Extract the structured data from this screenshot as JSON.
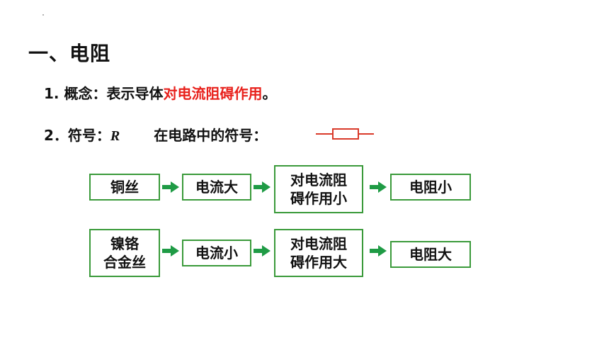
{
  "heading": "一、电阻",
  "concept": {
    "prefix": "1. 概念：表示导体",
    "highlight": "对电流阻碍作用",
    "suffix": "。"
  },
  "symbol": {
    "prefix": "2．符号：",
    "letter": "R",
    "circuit_label": "在电路中的符号："
  },
  "flow_rows": [
    {
      "material": "铜丝",
      "current": "电流大",
      "effect_line1": "对电流阻",
      "effect_line2": "碍作用小",
      "result": "电阻小"
    },
    {
      "material_line1": "镍铬",
      "material_line2": "合金丝",
      "current": "电流小",
      "effect_line1": "对电流阻",
      "effect_line2": "碍作用大",
      "result": "电阻大"
    }
  ],
  "colors": {
    "highlight": "#e8211c",
    "box_border": "#3a9a3a",
    "arrow": "#1f9b45",
    "resistor": "#d93a2a"
  },
  "icons": {
    "arrow": "right-arrow-icon",
    "resistor": "resistor-symbol-icon"
  }
}
